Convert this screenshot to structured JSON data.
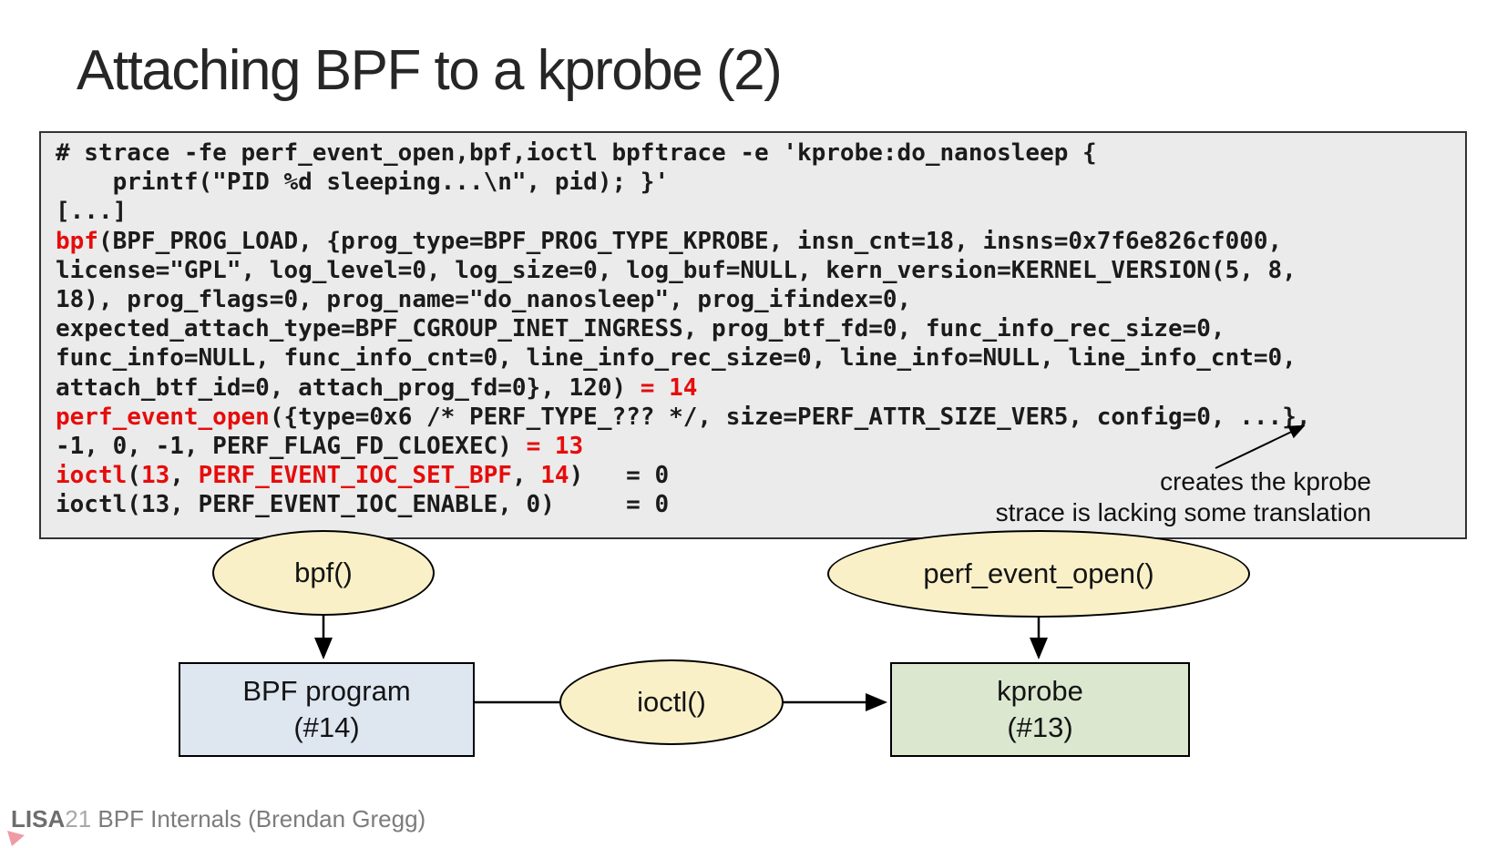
{
  "title": "Attaching BPF to a kprobe (2)",
  "terminal": {
    "lines": [
      [
        {
          "t": "# strace -fe perf_event_open,bpf,ioctl bpftrace -e 'kprobe:do_nanosleep {"
        }
      ],
      [
        {
          "t": "    printf(\"PID %d sleeping...\\n\", pid); }'"
        }
      ],
      [
        {
          "t": "[...]"
        }
      ],
      [
        {
          "t": "bpf",
          "r": true
        },
        {
          "t": "(BPF_PROG_LOAD, {prog_type=BPF_PROG_TYPE_KPROBE, insn_cnt=18, insns=0x7f6e826cf000,"
        }
      ],
      [
        {
          "t": "license=\"GPL\", log_level=0, log_size=0, log_buf=NULL, kern_version=KERNEL_VERSION(5, 8,"
        }
      ],
      [
        {
          "t": "18), prog_flags=0, prog_name=\"do_nanosleep\", prog_ifindex=0,"
        }
      ],
      [
        {
          "t": "expected_attach_type=BPF_CGROUP_INET_INGRESS, prog_btf_fd=0, func_info_rec_size=0,"
        }
      ],
      [
        {
          "t": "func_info=NULL, func_info_cnt=0, line_info_rec_size=0, line_info=NULL, line_info_cnt=0,"
        }
      ],
      [
        {
          "t": "attach_btf_id=0, attach_prog_fd=0}, 120) "
        },
        {
          "t": "= 14",
          "r": true
        }
      ],
      [
        {
          "t": "perf_event_open",
          "r": true
        },
        {
          "t": "({type=0x6 /* PERF_TYPE_??? */, size=PERF_ATTR_SIZE_VER5, config=0, ...},"
        }
      ],
      [
        {
          "t": "-1, 0, -1, PERF_FLAG_FD_CLOEXEC) "
        },
        {
          "t": "= 13",
          "r": true
        }
      ],
      [
        {
          "t": "ioctl",
          "r": true
        },
        {
          "t": "("
        },
        {
          "t": "13",
          "r": true
        },
        {
          "t": ", "
        },
        {
          "t": "PERF_EVENT_IOC_SET_BPF",
          "r": true
        },
        {
          "t": ", "
        },
        {
          "t": "14",
          "r": true
        },
        {
          "t": ")   = 0"
        }
      ],
      [
        {
          "t": "ioctl(13, PERF_EVENT_IOC_ENABLE, 0)     = 0"
        }
      ]
    ]
  },
  "callouts": {
    "line1": "creates the kprobe",
    "line2": "strace is lacking some translation"
  },
  "diagram": {
    "bpf_syscall": "bpf()",
    "perf_syscall": "perf_event_open()",
    "ioctl_syscall": "ioctl()",
    "bpf_box_title": "BPF program",
    "bpf_box_fd": "(#14)",
    "kprobe_box_title": "kprobe",
    "kprobe_box_fd": "(#13)"
  },
  "footer": {
    "brand": "LISA",
    "year": "21",
    "label": " BPF Internals (Brendan Gregg)"
  },
  "colors": {
    "code_text": "#1b1b1b",
    "code_red": "#e60c0c",
    "terminal_bg": "#ebebeb",
    "terminal_border": "#333333",
    "node_ellipse_fill": "#faf0c8",
    "bpf_box_fill": "#dee6f0",
    "kprobe_box_fill": "#dbe7cf",
    "outline": "#000000",
    "title_color": "#262626",
    "footer_brand": "#6d6d6d",
    "footer_year": "#a8a8a8",
    "footer_text": "#7c7c7c",
    "accent_pink": "#ef9ba5"
  }
}
